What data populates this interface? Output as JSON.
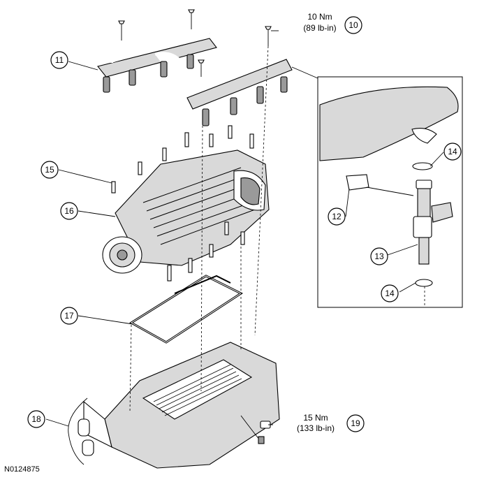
{
  "figure_id": "N0124875",
  "callouts": [
    {
      "id": "c10",
      "label": "10"
    },
    {
      "id": "c11",
      "label": "11"
    },
    {
      "id": "c12",
      "label": "12"
    },
    {
      "id": "c13",
      "label": "13"
    },
    {
      "id": "c14a",
      "label": "14"
    },
    {
      "id": "c14b",
      "label": "14"
    },
    {
      "id": "c15",
      "label": "15"
    },
    {
      "id": "c16",
      "label": "16"
    },
    {
      "id": "c17",
      "label": "17"
    },
    {
      "id": "c18",
      "label": "18"
    },
    {
      "id": "c19",
      "label": "19"
    }
  ],
  "torque_specs": {
    "fuel_rail_bolts": {
      "metric": "10 Nm",
      "imperial": "(89 lb-in)"
    },
    "sensor": {
      "metric": "15 Nm",
      "imperial": "(133 lb-in)"
    }
  }
}
